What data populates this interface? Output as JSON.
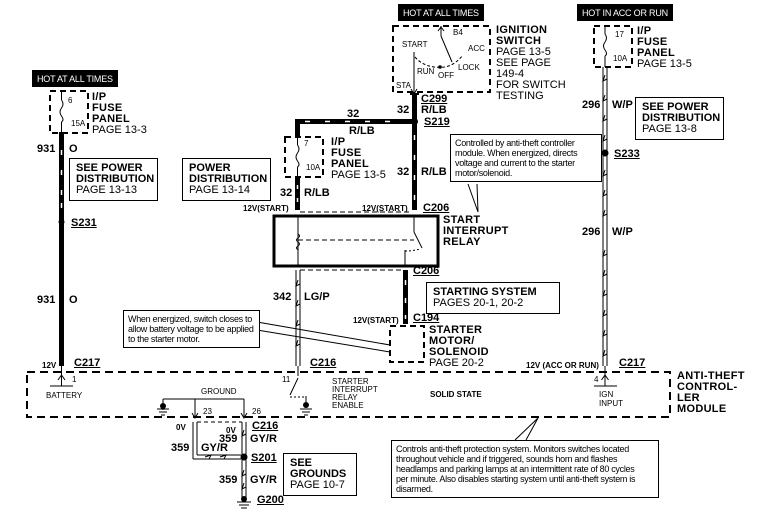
{
  "hot_labels": {
    "left": "HOT AT ALL TIMES",
    "middle": "HOT AT ALL TIMES",
    "right": "HOT IN ACC OR RUN"
  },
  "fuses": {
    "left": {
      "number": "6",
      "rating": "15A",
      "name_lines": [
        "I/P",
        "FUSE",
        "PANEL"
      ],
      "page": "PAGE 13-3"
    },
    "middle": {
      "number": "7",
      "rating": "10A",
      "name_lines": [
        "I/P",
        "FUSE",
        "PANEL"
      ],
      "page": "PAGE 13-5"
    },
    "right": {
      "number": "17",
      "rating": "10A",
      "name_lines": [
        "I/P",
        "FUSE",
        "PANEL"
      ],
      "page": "PAGE 13-5"
    }
  },
  "ignition_switch": {
    "name_lines": [
      "IGNITION",
      "SWITCH"
    ],
    "ref_lines": [
      "PAGE 13-5",
      "SEE PAGE",
      "149-4",
      "FOR SWITCH",
      "TESTING"
    ],
    "positions": {
      "b4": "B4",
      "start": "START",
      "acc": "ACC",
      "run": "RUN",
      "off": "OFF",
      "lock": "LOCK",
      "sta": "STA"
    }
  },
  "wires": {
    "w931_top": {
      "circuit": "931",
      "color": "O"
    },
    "w931_bottom": {
      "circuit": "931",
      "color": "O"
    },
    "w32_c299": {
      "circuit": "32",
      "color": "R/LB"
    },
    "w32_top": {
      "circuit": "32",
      "color": "R/LB"
    },
    "w32_right": {
      "circuit": "32",
      "color": "R/LB"
    },
    "w32_left": {
      "circuit": "32",
      "color": "R/LB"
    },
    "w342": {
      "circuit": "342",
      "color": "LG/P"
    },
    "w296_top": {
      "circuit": "296",
      "color": "W/P"
    },
    "w296_bottom": {
      "circuit": "296",
      "color": "W/P"
    },
    "w359_left": {
      "circuit": "359",
      "color": "GY/R"
    },
    "w359_right": {
      "circuit": "359",
      "color": "GY/R"
    },
    "w359_bottom": {
      "circuit": "359",
      "color": "GY/R"
    }
  },
  "connectors": {
    "c299": "C299",
    "s219": "S219",
    "c206_top": "C206",
    "c206_bottom": "C206",
    "c194": "C194",
    "c216_top": "C216",
    "c216_bottom": "C216",
    "s231": "S231",
    "s233": "S233",
    "s201": "S201",
    "g200": "G200",
    "c217_left": "C217",
    "c217_right": "C217"
  },
  "voltages": {
    "start_left": "12V(START)",
    "start_right": "12V(START)",
    "start_c194": "12V(START)",
    "battery": "12V",
    "acc_run": "12V (ACC OR RUN)",
    "ov_left": "0V",
    "ov_right": "0V"
  },
  "reference_boxes": {
    "power_dist_13_13": {
      "name_lines": [
        "SEE  POWER",
        "DISTRIBUTION"
      ],
      "page": "PAGE 13-13"
    },
    "power_dist_13_14": {
      "name_lines": [
        "POWER",
        "DISTRIBUTION"
      ],
      "page": "PAGE 13-14"
    },
    "power_dist_13_8": {
      "name_lines": [
        "SEE  POWER",
        "DISTRIBUTION"
      ],
      "page": "PAGE 13-8"
    },
    "starting_system": {
      "name_lines": [
        "STARTING   SYSTEM"
      ],
      "page": "PAGES 20-1, 20-2"
    },
    "grounds": {
      "name_lines": [
        "SEE",
        "GROUNDS"
      ],
      "page": "PAGE 10-7"
    }
  },
  "components": {
    "relay": {
      "name_lines": [
        "START",
        "INTERRUPT",
        "RELAY"
      ]
    },
    "starter": {
      "name_lines": [
        "STARTER",
        "MOTOR/",
        "SOLENOID"
      ],
      "page": "PAGE 20-2"
    },
    "module": {
      "name_lines": [
        "ANTI-THEFT",
        "CONTROL-",
        "LER",
        "MODULE"
      ]
    }
  },
  "module_internal": {
    "pin_battery": "1",
    "battery_label": "BATTERY",
    "ground_label": "GROUND",
    "pin_23": "23",
    "pin_26": "26",
    "pin_11": "11",
    "relay_enable_lines": [
      "STARTER",
      "INTERRUPT",
      "RELAY",
      "ENABLE"
    ],
    "solid_state": "SOLID STATE",
    "pin_4": "4",
    "ign_input_lines": [
      "IGN",
      "INPUT"
    ]
  },
  "notes": {
    "relay_note": [
      "Controlled by anti-theft controller",
      "module. When energized, directs",
      "voltage and current to the starter",
      "motor/solenoid."
    ],
    "switch_note": [
      "When energized, switch closes to",
      "allow battery voltage to be applied",
      "to the starter motor."
    ],
    "module_note": [
      "Controls anti-theft protection system. Monitors switches located",
      "throughout vehicle and if triggered, sounds horn and flashes",
      "headlamps and parking lamps at an intermittent rate of 80 cycles",
      "per minute.  Also disables starting system until anti-theft system is",
      "disarmed."
    ]
  }
}
